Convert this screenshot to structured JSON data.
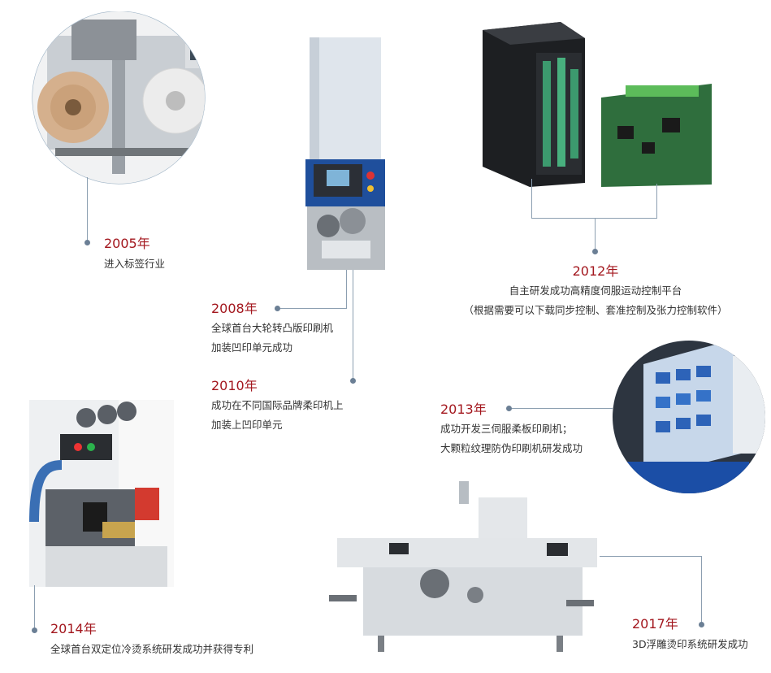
{
  "timeline": {
    "m2005": {
      "year": "2005年",
      "lines": [
        "进入标签行业"
      ]
    },
    "m2008": {
      "year": "2008年",
      "lines": [
        "全球首台大轮转凸版印刷机",
        "加装凹印单元成功"
      ]
    },
    "m2010": {
      "year": "2010年",
      "lines": [
        "成功在不同国际品牌柔印机上",
        "加装上凹印单元"
      ]
    },
    "m2012": {
      "year": "2012年",
      "lines": [
        "自主研发成功高精度伺服运动控制平台",
        "（根据需要可以下载同步控制、套准控制及张力控制软件）"
      ]
    },
    "m2013": {
      "year": "2013年",
      "lines": [
        "成功开发三伺服柔板印刷机；",
        "大颗粒纹理防伪印刷机研发成功"
      ]
    },
    "m2014": {
      "year": "2014年",
      "lines": [
        "全球首台双定位冷烫系统研发成功并获得专利"
      ]
    },
    "m2017": {
      "year": "2017年",
      "lines": [
        "3D浮雕烫印系统研发成功"
      ]
    }
  },
  "colors": {
    "year": "#a3171e",
    "text": "#333333",
    "connector": "#8c9fb1"
  },
  "images": {
    "label_machine": "label-rewinder-machine-photo",
    "gravure_unit": "gravure-printing-unit-photo",
    "servo_platform": "servo-controller-and-circuit-board-photo",
    "flexo_press": "flexo-press-printed-web-photo",
    "cold_foil": "cold-foil-system-photo",
    "embossing_machine": "3d-embossing-hot-stamping-machine-photo"
  }
}
